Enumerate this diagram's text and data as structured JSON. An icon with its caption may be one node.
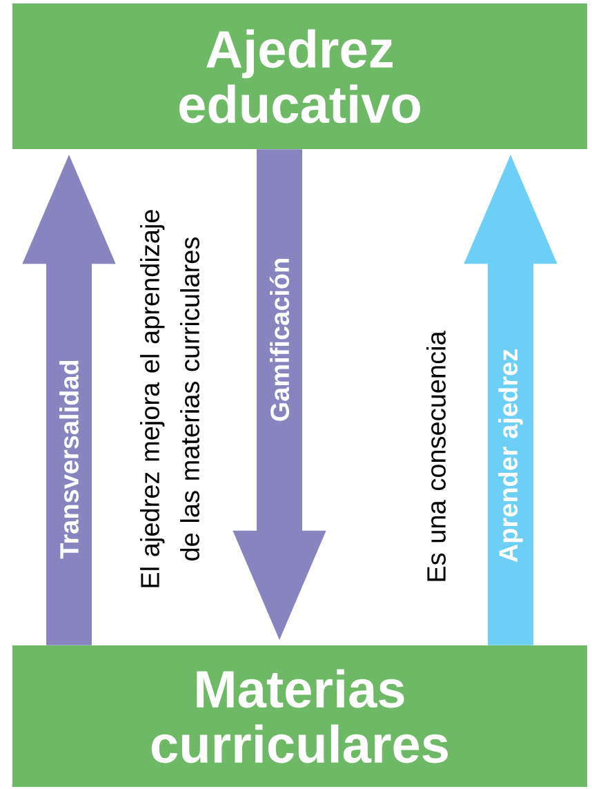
{
  "diagram": {
    "nodes": [
      {
        "text": [
          "Ajedrez educativo"
        ]
      },
      {
        "text": [
          "Materias curriculares"
        ]
      }
    ],
    "edges": [
      {
        "from": 1,
        "to": 0,
        "arrow": "to",
        "label": "Transversalidad"
      },
      {
        "from": 0,
        "to": 1,
        "arrow": "to",
        "label": "Gamificación"
      },
      {
        "from": 1,
        "to": 0,
        "arrow": "to",
        "label": "Aprender ajedrez",
        "color": "#6dcff6"
      }
    ],
    "labels": [
      "El ajedrez mejora el aprendizaje de las materias curriculares",
      "Es una consecuencia"
    ]
  }
}
